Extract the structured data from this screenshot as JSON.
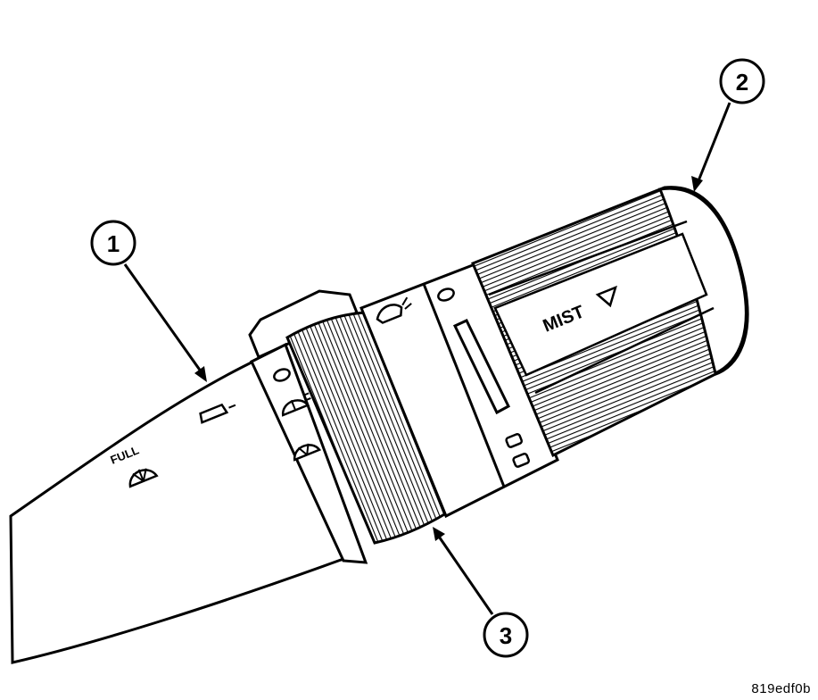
{
  "callouts": [
    {
      "number": "1"
    },
    {
      "number": "2"
    },
    {
      "number": "3"
    }
  ],
  "labels": {
    "full": "FULL",
    "mist": "MIST"
  },
  "figure_id": "819edf0b",
  "icons": [
    "wiper-full-icon",
    "wiper-off-icon",
    "wiper-intermittent-icon",
    "wiper-low-icon",
    "wiper-high-icon",
    "washer-icon",
    "mist-arrow-icon"
  ]
}
